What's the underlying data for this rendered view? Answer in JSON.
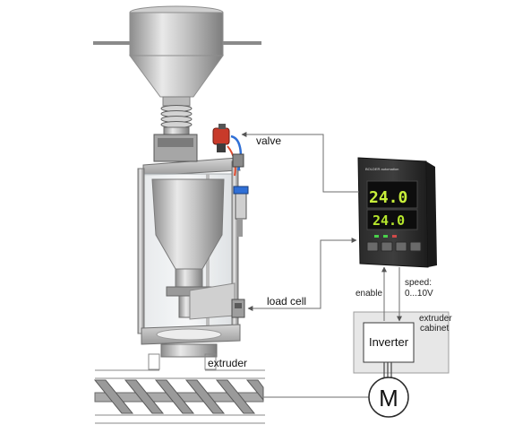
{
  "labels": {
    "valve": "valve",
    "load_cell": "load cell",
    "extruder": "extruder",
    "enable": "enable",
    "speed_1": "speed:",
    "speed_2": "0...10V",
    "cabinet_1": "extruder",
    "cabinet_2": "cabinet",
    "inverter": "Inverter",
    "motor": "M"
  },
  "controller": {
    "brand": "BOLDER automation",
    "display_top": "24.0",
    "display_bottom": "24.0"
  }
}
